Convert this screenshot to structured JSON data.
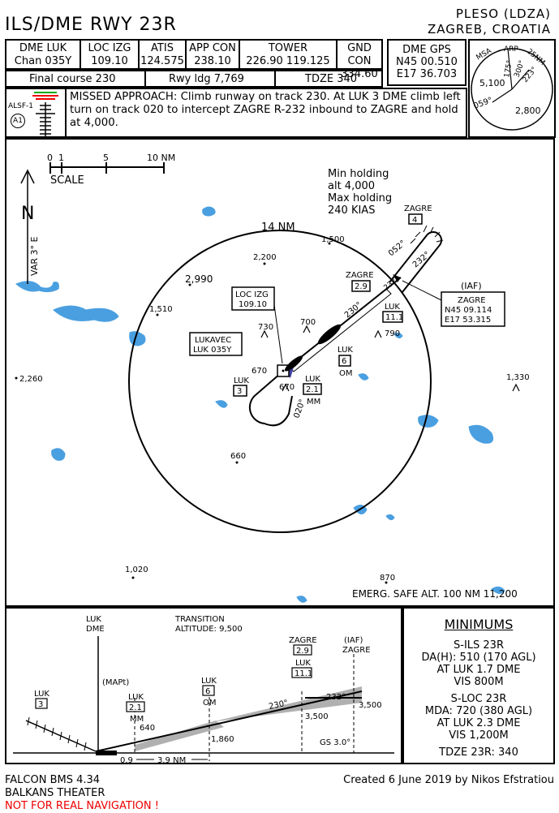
{
  "header": {
    "title": "ILS/DME RWY 23R",
    "airport": "PLESO (LDZA)",
    "city": "ZAGREB, CROATIA"
  },
  "freqs": [
    {
      "label": "DME LUK",
      "value": "Chan 035Y"
    },
    {
      "label": "LOC IZG",
      "value": "109.10"
    },
    {
      "label": "ATIS",
      "value": "124.575"
    },
    {
      "label": "APP CON",
      "value": "238.10"
    },
    {
      "label": "TOWER",
      "value": "226.90 119.125"
    },
    {
      "label": "GND CON",
      "value": "334.60"
    }
  ],
  "dme_gps": {
    "label": "DME GPS",
    "lat": "N45 00.510",
    "lon": "E17 36.703"
  },
  "info_row": {
    "final_course": "Final course 230",
    "rwy_ldg": "Rwy ldg 7,769",
    "tdze": "TDZE 340"
  },
  "alsf": {
    "label": "ALSF-1",
    "badge": "A1"
  },
  "missed_approach": "MISSED APPROACH: Climb runway on track 230. At LUK 3 DME climb left turn on track 020 to intercept ZAGRE R-232 inbound to ZAGRE and hold at 4,000.",
  "msa": {
    "title": "MSA",
    "ref": "ARP",
    "radius": "25NM",
    "alt_left": "5,100",
    "alt_right": "2,800",
    "brg1": "175°",
    "brg2": "300°",
    "brg3": "223°",
    "brg4": "059°"
  },
  "plan": {
    "scale_label": "SCALE",
    "scale_ticks": [
      "0",
      "1",
      "5",
      "10 NM"
    ],
    "var": "VAR 3° E",
    "north": "N",
    "ring": "14 NM",
    "holding": [
      "Min holding",
      "alt 4,000",
      "Max holding",
      "240 KIAS"
    ],
    "spots": [
      "1,500",
      "2,200",
      "2,990",
      "1,510",
      "2,260",
      "1,330",
      "730",
      "700",
      "790",
      "660",
      "1,020",
      "870",
      "670",
      "670"
    ],
    "zagre4": {
      "name": "ZAGRE",
      "dme": "4"
    },
    "zagre29": {
      "name": "ZAGRE",
      "dme": "2.9"
    },
    "zagre_iaf": {
      "tag": "(IAF)",
      "name": "ZAGRE",
      "lat": "N45 09.114",
      "lon": "E17 53.315"
    },
    "luk111": {
      "name": "LUK",
      "dme": "11.1"
    },
    "luk6": {
      "name": "LUK",
      "dme": "6",
      "sub": "OM"
    },
    "luk21": {
      "name": "LUK",
      "dme": "2.1",
      "sub": "MM"
    },
    "luk3": {
      "name": "LUK",
      "dme": "3"
    },
    "loc_box": [
      "LOC IZG",
      "109.10"
    ],
    "lukavec_box": [
      "LUKAVEC",
      "LUK 035Y"
    ],
    "tracks": [
      "052°",
      "232°",
      "232°",
      "230°",
      "020°"
    ],
    "emerg": "EMERG. SAFE ALT. 100 NM 11,200"
  },
  "profile": {
    "luk_dme": [
      "LUK",
      "DME"
    ],
    "transition": [
      "TRANSITION",
      "ALTITUDE: 9,500"
    ],
    "mapt": "(MAPt)",
    "luk3": {
      "name": "LUK",
      "dme": "3"
    },
    "luk21": {
      "name": "LUK",
      "dme": "2.1",
      "sub": "MM",
      "alt": "640"
    },
    "luk6": {
      "name": "LUK",
      "dme": "6",
      "sub": "OM",
      "alt": "1,860"
    },
    "zagre29": {
      "name": "ZAGRE",
      "dme": "2.9"
    },
    "luk111": {
      "name": "LUK",
      "dme": "11.1",
      "alt": "3,500"
    },
    "iaf": {
      "tag": "(IAF)",
      "name": "ZAGRE",
      "alt": "3,500"
    },
    "trk230": "230°",
    "trk232": "232°",
    "gs": "GS 3.0°",
    "dist1": "0.9",
    "dist2": "3.9 NM"
  },
  "minimums": {
    "title": "MINIMUMS",
    "ils": [
      "S-ILS 23R",
      "DA(H): 510 (170 AGL)",
      "AT LUK 1.7 DME",
      "VIS 800M"
    ],
    "loc": [
      "S-LOC 23R",
      "MDA: 720 (380 AGL)",
      "AT LUK 2.3 DME",
      "VIS 1,200M"
    ],
    "tdze": "TDZE 23R:  340"
  },
  "footer": {
    "line1": "FALCON BMS 4.34",
    "line2": "BALKANS THEATER",
    "warning": "NOT FOR REAL NAVIGATION !",
    "credit": "Created 6 June 2019 by Nikos Efstratiou"
  },
  "colors": {
    "water": "#4a9fe0",
    "warning": "#e00000",
    "cone": "#b0b0b0"
  }
}
